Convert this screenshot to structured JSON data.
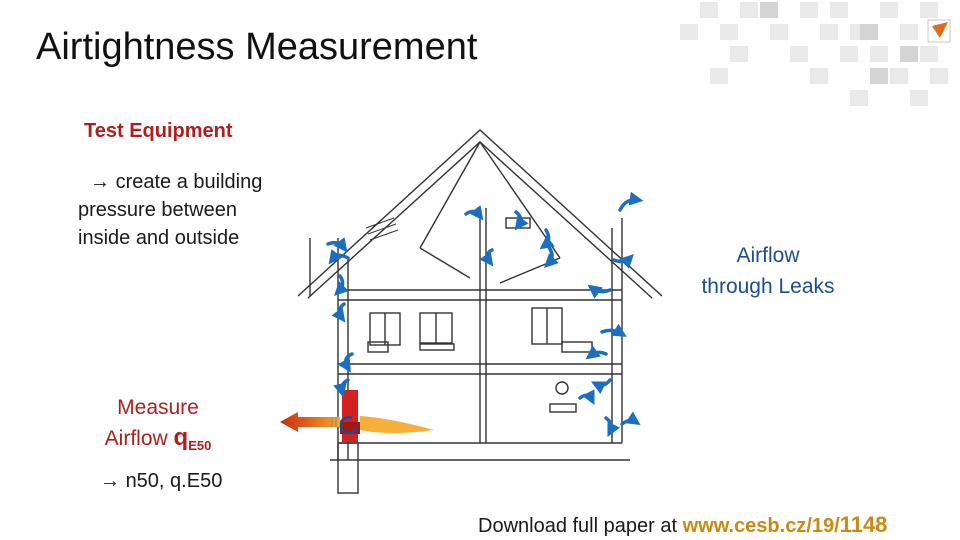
{
  "title": "Airtightness Measurement",
  "equipment": {
    "heading": "Test Equipment",
    "arrow": "→",
    "line1": "create a building",
    "line2": "pressure between",
    "line3": "inside and outside"
  },
  "airflow_label": {
    "line1": "Airflow",
    "line2": "through Leaks"
  },
  "measure": {
    "line1": "Measure",
    "line2_prefix": "Airflow ",
    "q": "q",
    "sub": "E50"
  },
  "results": {
    "arrow": "→",
    "text": "n50, q.E50"
  },
  "footer": {
    "prefix": "Download full paper at ",
    "url": "www.cesb.cz/19/",
    "paper_number": "1148"
  },
  "colors": {
    "accent_red": "#b01e1e",
    "leak_blue": "#1b6fc0",
    "link_orange": "#c98a12",
    "fan_red": "#d42020"
  },
  "icons": [
    "logo-arrow-icon",
    "house-cross-section-icon",
    "leak-arrow-icon",
    "airflow-arrow-icon",
    "fan-icon"
  ]
}
